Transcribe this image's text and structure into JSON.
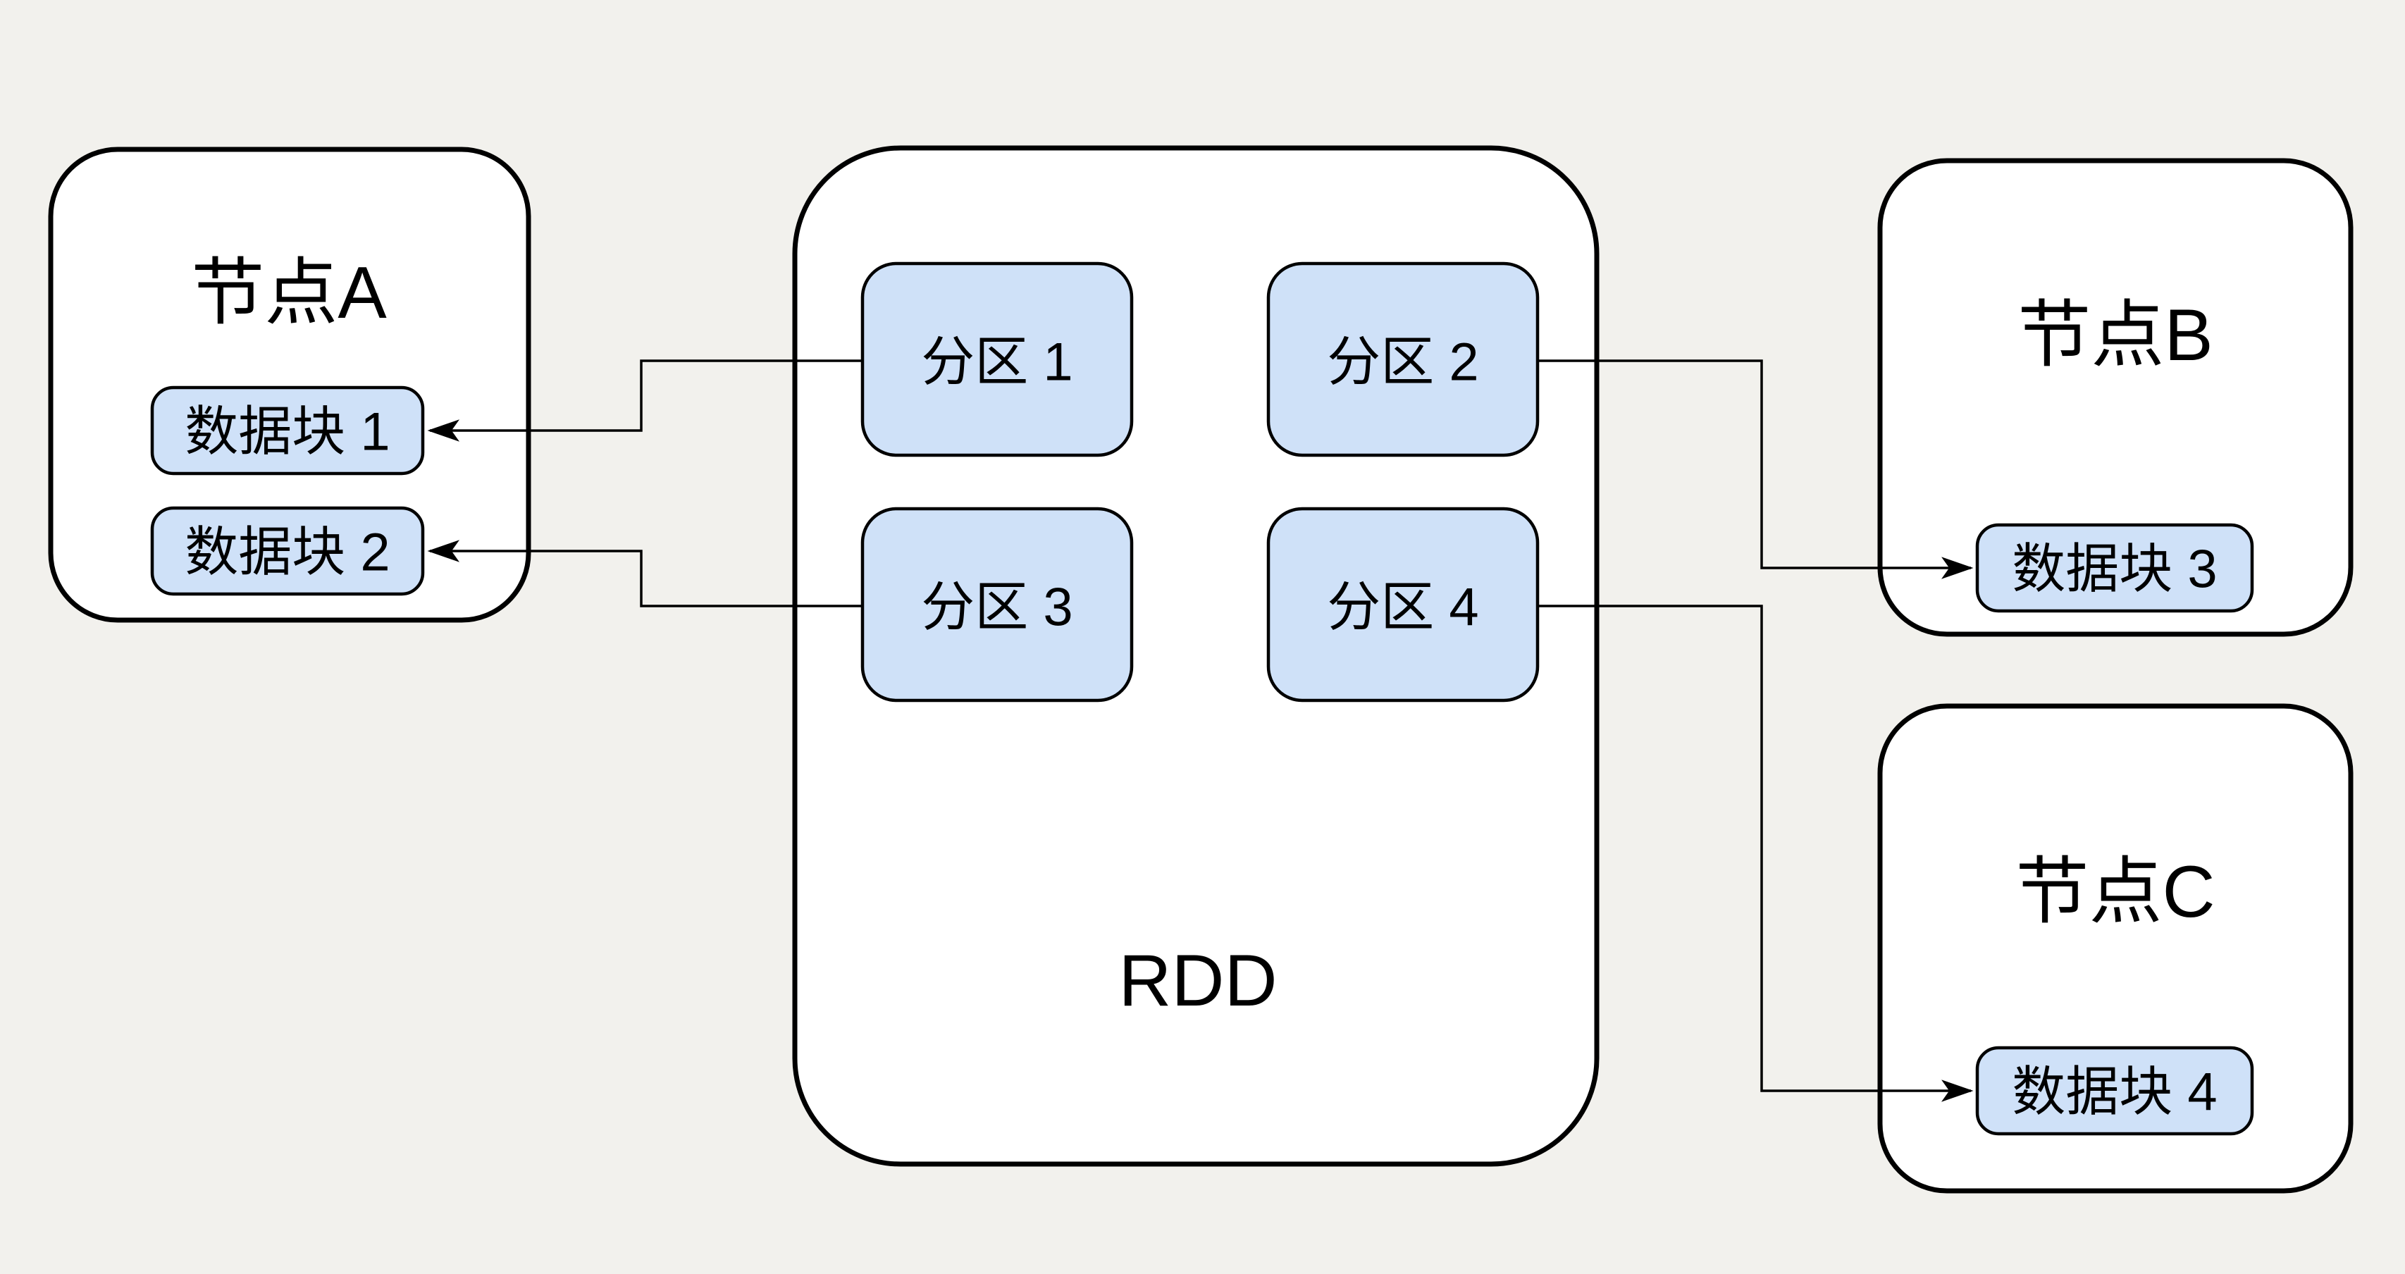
{
  "colors": {
    "background": "#f2f1ed",
    "node_fill": "#ffffff",
    "block_fill": "#cfe1f8",
    "line": "#000000"
  },
  "nodes": {
    "node_a": {
      "label": "节点A"
    },
    "node_b": {
      "label": "节点B"
    },
    "node_c": {
      "label": "节点C"
    },
    "rdd": {
      "label": "RDD"
    }
  },
  "partitions": [
    {
      "label": "分区 1"
    },
    {
      "label": "分区 2"
    },
    {
      "label": "分区 3"
    },
    {
      "label": "分区 4"
    }
  ],
  "blocks": [
    {
      "label": "数据块 1"
    },
    {
      "label": "数据块 2"
    },
    {
      "label": "数据块 3"
    },
    {
      "label": "数据块 4"
    }
  ],
  "connections": [
    {
      "from": "分区 1",
      "to": "数据块 1"
    },
    {
      "from": "分区 3",
      "to": "数据块 2"
    },
    {
      "from": "分区 2",
      "to": "数据块 3"
    },
    {
      "from": "分区 4",
      "to": "数据块 4"
    }
  ]
}
